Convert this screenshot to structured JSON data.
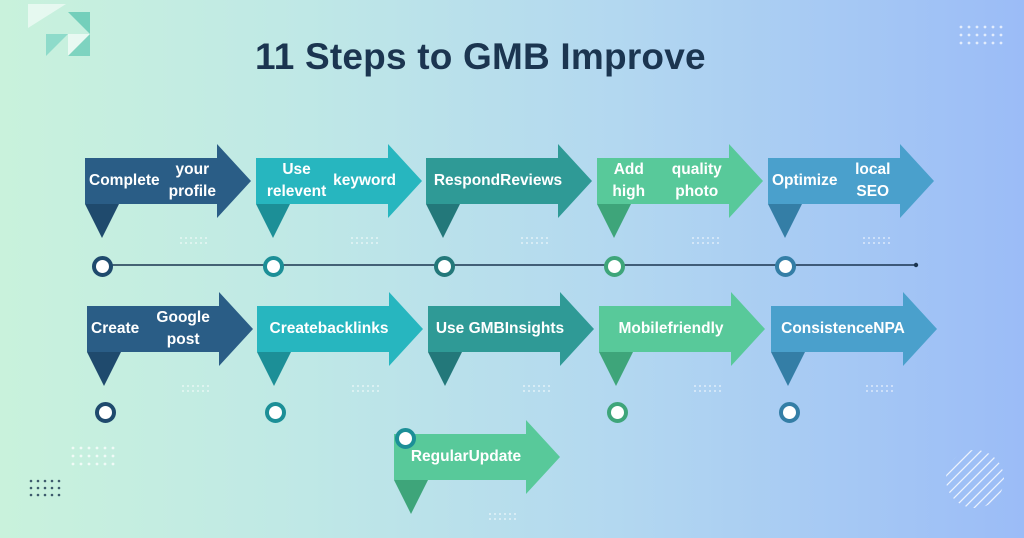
{
  "title": "11 Steps to GMB Improve",
  "colors": {
    "navy": "#2a5d86",
    "navy_dark": "#1f4a6d",
    "teal": "#27b6bf",
    "teal_dark": "#1c8f97",
    "sea": "#2f9a96",
    "sea_dark": "#23787a",
    "green": "#58c99a",
    "green_dark": "#3ea57a",
    "blue": "#4aa0cc",
    "blue_dark": "#347ea6",
    "title": "#1b3550"
  },
  "steps": [
    {
      "line1": "Complete",
      "line2": "your profile",
      "color": "navy"
    },
    {
      "line1": "Use relevent",
      "line2": "keyword",
      "color": "teal"
    },
    {
      "line1": "Respond",
      "line2": "Reviews",
      "color": "sea"
    },
    {
      "line1": "Add high",
      "line2": "quality photo",
      "color": "green"
    },
    {
      "line1": "Optimize",
      "line2": "local SEO",
      "color": "blue"
    },
    {
      "line1": "Create",
      "line2": "Google post",
      "color": "navy"
    },
    {
      "line1": "Create",
      "line2": "backlinks",
      "color": "teal"
    },
    {
      "line1": "Use GMB",
      "line2": "Insights",
      "color": "sea"
    },
    {
      "line1": "Mobile",
      "line2": "friendly",
      "color": "green"
    },
    {
      "line1": "Consistence",
      "line2": "NPA",
      "color": "blue"
    },
    {
      "line1": "Regular",
      "line2": "Update",
      "color": "green"
    }
  ]
}
